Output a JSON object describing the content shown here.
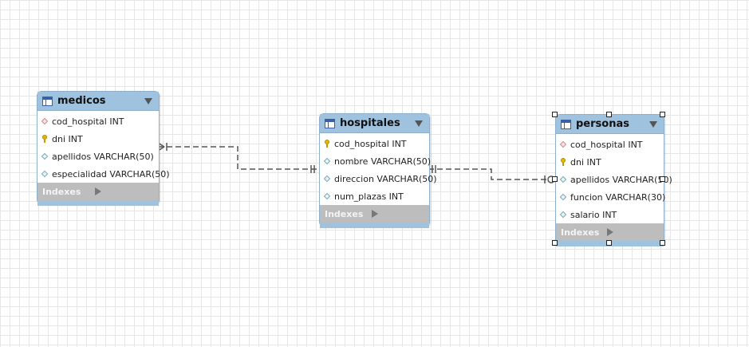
{
  "entities": {
    "medicos": {
      "title": "medicos",
      "columns": [
        {
          "text": "cod_hospital INT",
          "icon": "foreign-key-icon"
        },
        {
          "text": "dni INT",
          "icon": "primary-key-icon"
        },
        {
          "text": "apellidos VARCHAR(50)",
          "icon": "column-icon"
        },
        {
          "text": "especialidad VARCHAR(50)",
          "icon": "column-icon"
        }
      ],
      "indexes_label": "Indexes"
    },
    "hospitales": {
      "title": "hospitales",
      "columns": [
        {
          "text": "cod_hospital INT",
          "icon": "primary-key-icon"
        },
        {
          "text": "nombre VARCHAR(50)",
          "icon": "column-icon"
        },
        {
          "text": "direccion VARCHAR(50)",
          "icon": "column-icon"
        },
        {
          "text": "num_plazas INT",
          "icon": "column-icon"
        }
      ],
      "indexes_label": "Indexes"
    },
    "personas": {
      "title": "personas",
      "columns": [
        {
          "text": "cod_hospital INT",
          "icon": "foreign-key-icon"
        },
        {
          "text": "dni INT",
          "icon": "primary-key-icon"
        },
        {
          "text": "apellidos VARCHAR(50)",
          "icon": "column-icon"
        },
        {
          "text": "funcion VARCHAR(30)",
          "icon": "column-icon"
        },
        {
          "text": "salario INT",
          "icon": "column-icon"
        }
      ],
      "indexes_label": "Indexes"
    }
  },
  "relationships": [
    {
      "from": "medicos",
      "to": "hospitales",
      "from_end": "crow's foot (many)",
      "to_end": "one and only one"
    },
    {
      "from": "hospitales",
      "to": "personas",
      "from_end": "one and only one",
      "to_end": "zero or one"
    }
  ],
  "selected_entity": "personas",
  "colors": {
    "header": "#9fc2df",
    "border": "#8eaecb",
    "indexes_bar": "#bdbdbd",
    "connector": "#555555",
    "grid": "#e6e6e6"
  }
}
